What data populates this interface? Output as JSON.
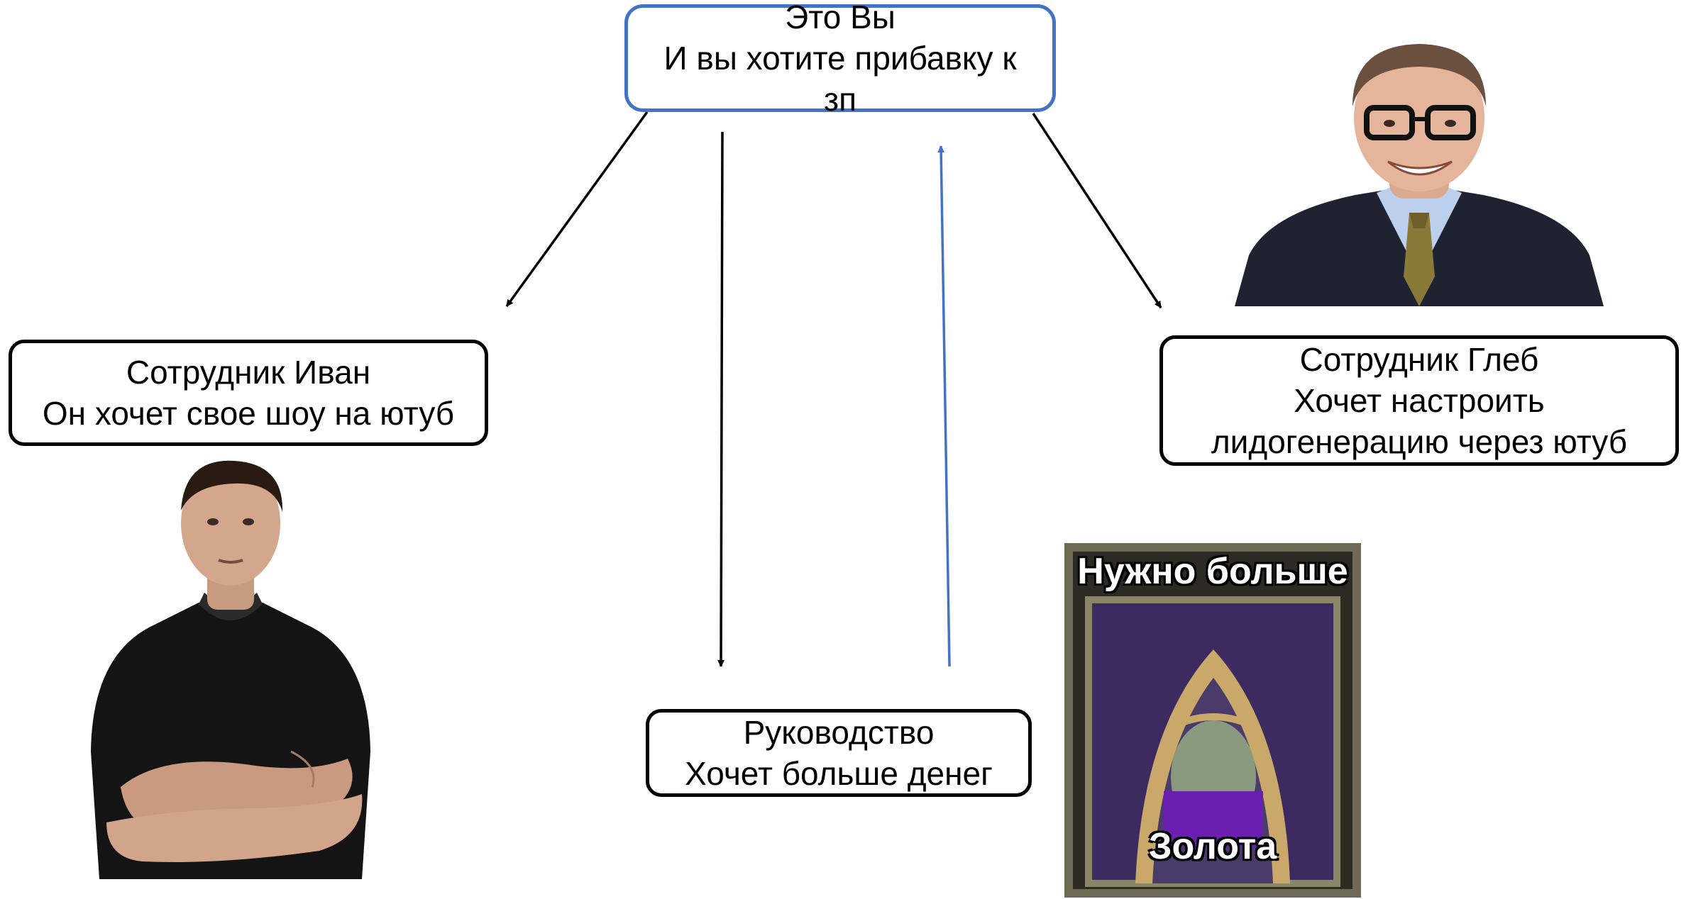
{
  "nodes": {
    "you": {
      "lines": [
        "Это Вы",
        "И вы хотите прибавку к",
        "зп"
      ]
    },
    "ivan": {
      "lines": [
        "Сотрудник Иван",
        "Он хочет свое шоу на ютуб"
      ]
    },
    "gleb": {
      "lines": [
        "Сотрудник Глеб",
        "Хочет настроить",
        "лидогенерацию через ютуб"
      ]
    },
    "management": {
      "lines": [
        "Руководство",
        "Хочет больше денег"
      ]
    }
  },
  "meme": {
    "top_text": "Нужно больше",
    "bottom_text": "Золота"
  },
  "colors": {
    "border": "#000000",
    "highlight_border": "#4472C4",
    "arrow": "#000000",
    "highlight_arrow": "#4472C4"
  }
}
